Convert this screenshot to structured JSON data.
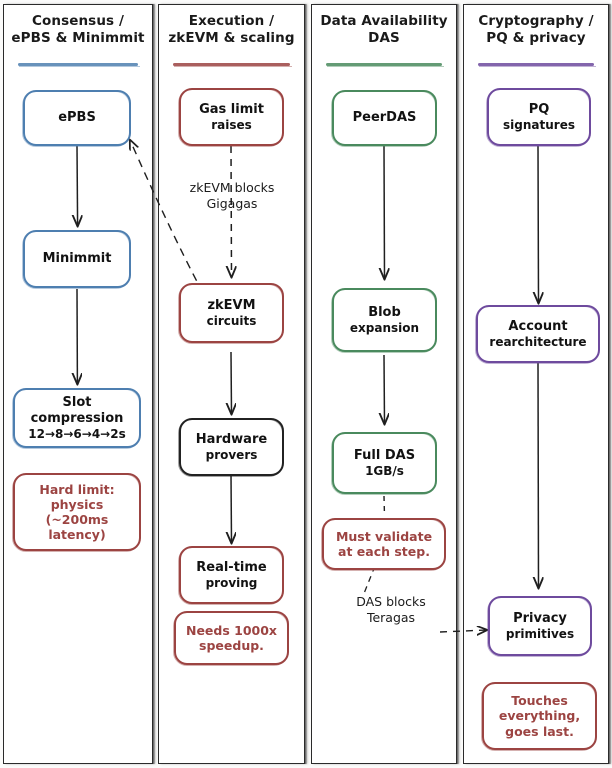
{
  "diagram": {
    "type": "flow-columns",
    "background": "#fbfbfa",
    "columns": [
      {
        "id": "consensus",
        "title": "Consensus /\nePBS & Minimmit",
        "title_line1": "Consensus /",
        "title_line2": "ePBS & Minimmit",
        "accent": "#4e7fb0",
        "nodes": [
          {
            "id": "epbs",
            "label": "ePBS",
            "style": "blue"
          },
          {
            "id": "minimmit",
            "label": "Minimmit",
            "style": "blue"
          },
          {
            "id": "slot-compression",
            "label": "Slot compression",
            "sub": "12→8→6→4→2s",
            "style": "blue"
          },
          {
            "id": "hard-limit",
            "label": "Hard limit:",
            "sub2": "physics",
            "sub3": "(~200ms latency)",
            "style": "red-note"
          }
        ]
      },
      {
        "id": "execution",
        "title": "Execution /\nzkEVM & scaling",
        "title_line1": "Execution /",
        "title_line2": "zkEVM & scaling",
        "accent": "#9c4442",
        "nodes": [
          {
            "id": "gas-limit-raises",
            "label": "Gas limit",
            "sub": "raises",
            "style": "red"
          },
          {
            "id": "zkevm-circuits",
            "label": "zkEVM",
            "sub": "circuits",
            "style": "red"
          },
          {
            "id": "hardware-provers",
            "label": "Hardware",
            "sub": "provers",
            "style": "dark"
          },
          {
            "id": "real-time-proving",
            "label": "Real-time",
            "sub": "proving",
            "style": "red"
          },
          {
            "id": "needs-speedup",
            "label": "Needs 1000x",
            "sub": "speedup.",
            "style": "red-note"
          }
        ],
        "edge_label_line1": "zkEVM blocks",
        "edge_label_line2": "Gigagas"
      },
      {
        "id": "data-availability",
        "title": "Data Availability\nDAS",
        "title_line1": "Data Availability",
        "title_line2": "DAS",
        "accent": "#4a8a5e",
        "nodes": [
          {
            "id": "peerdas",
            "label": "PeerDAS",
            "style": "green"
          },
          {
            "id": "blob-expansion",
            "label": "Blob",
            "sub": "expansion",
            "style": "green"
          },
          {
            "id": "full-das",
            "label": "Full DAS",
            "sub": "1GB/s",
            "style": "green"
          },
          {
            "id": "must-validate",
            "label": "Must validate",
            "sub": "at each step.",
            "style": "red-note"
          }
        ],
        "edge_label_line1": "DAS blocks",
        "edge_label_line2": "Teragas"
      },
      {
        "id": "cryptography",
        "title": "Cryptography /\nPQ & privacy",
        "title_line1": "Cryptography /",
        "title_line2": "PQ & privacy",
        "accent": "#6e4b9e",
        "nodes": [
          {
            "id": "pq-signatures",
            "label": "PQ",
            "sub": "signatures",
            "style": "purple"
          },
          {
            "id": "account-rearchitecture",
            "label": "Account",
            "sub": "rearchitecture",
            "style": "purple"
          },
          {
            "id": "privacy-primitives",
            "label": "Privacy",
            "sub": "primitives",
            "style": "purple"
          },
          {
            "id": "touches-everything",
            "label": "Touches",
            "sub": "everything,",
            "sub2": "goes last.",
            "style": "red-note"
          }
        ]
      }
    ],
    "cross_links": [
      {
        "from": "zkevm-circuits",
        "to": "epbs",
        "style": "dashed"
      },
      {
        "from": "must-validate",
        "to": "privacy-primitives",
        "style": "dashed"
      }
    ]
  }
}
